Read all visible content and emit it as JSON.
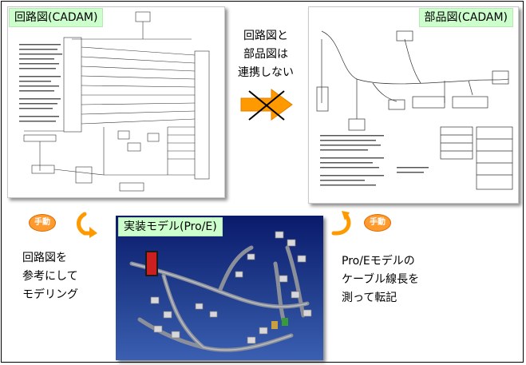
{
  "circuit_panel": {
    "label": "回路図(CADAM)"
  },
  "parts_panel": {
    "label": "部品図(CADAM)"
  },
  "model_panel": {
    "label": "実装モデル(Pro/E)"
  },
  "middle_note": {
    "lines": [
      "回路図と",
      "部品図は",
      "連携しない"
    ]
  },
  "left_note": {
    "badge": "手動",
    "lines": [
      "回路図を",
      "参考にして",
      "モデリング"
    ]
  },
  "right_note": {
    "badge": "手動",
    "lines": [
      "Pro/Eモデルの",
      "ケーブル線長を",
      "測って転記"
    ]
  },
  "colors": {
    "label_bg": "#ccffcc",
    "arrow": "#ff9900",
    "badge": "#ff9a2e",
    "model_bg": "#1e3a8a"
  }
}
